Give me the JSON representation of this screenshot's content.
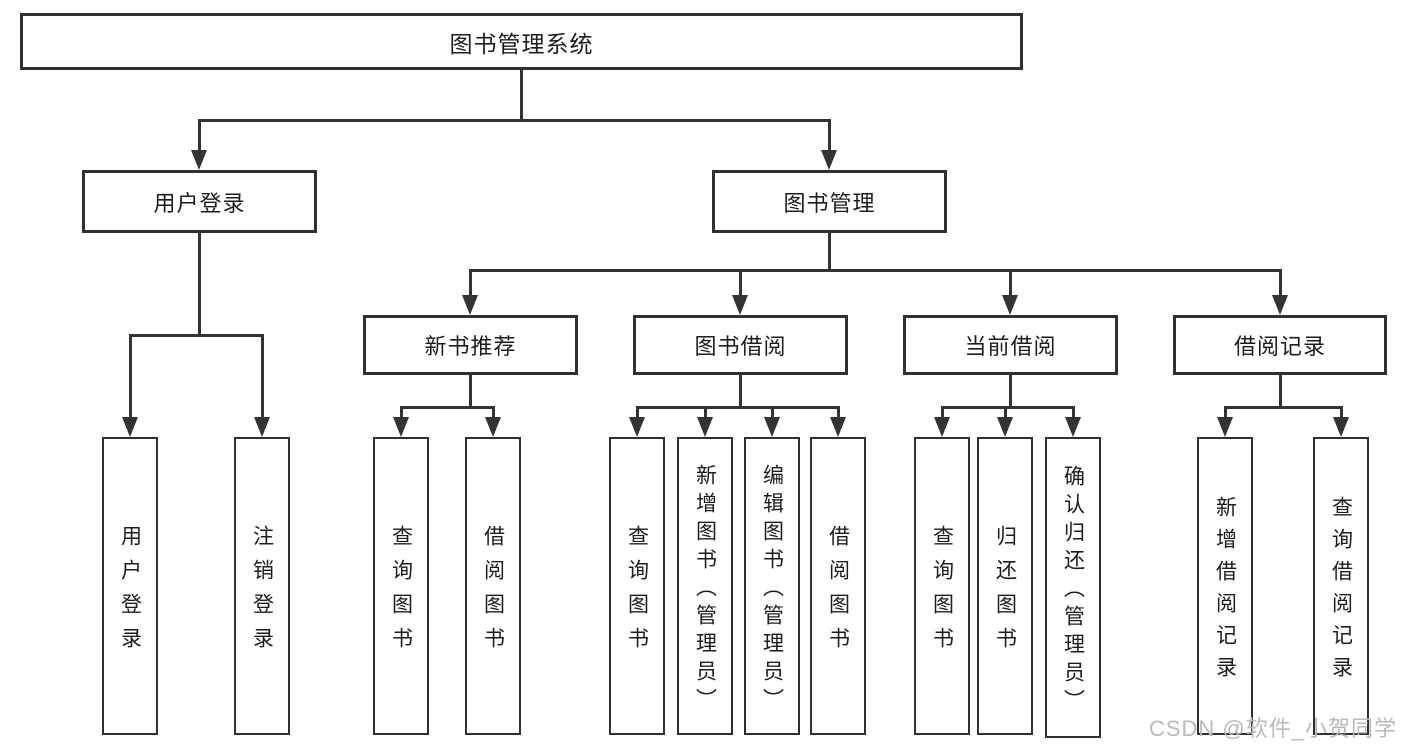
{
  "diagram": {
    "type": "hierarchy-tree",
    "nodes": {
      "root": "图书管理系统",
      "level2": [
        "用户登录",
        "图书管理"
      ],
      "level3": [
        "新书推荐",
        "图书借阅",
        "当前借阅",
        "借阅记录"
      ],
      "leaves": [
        "用户登录",
        "注销登录",
        "查询图书",
        "借阅图书",
        "查询图书",
        "新增图书（管理员）",
        "编辑图书（管理员）",
        "借阅图书",
        "查询图书",
        "归还图书",
        "确认归还（管理员）",
        "新增借阅记录",
        "查询借阅记录"
      ]
    },
    "hierarchy": {
      "图书管理系统": [
        "用户登录",
        "图书管理"
      ],
      "用户登录": [
        "用户登录",
        "注销登录"
      ],
      "图书管理": [
        "新书推荐",
        "图书借阅",
        "当前借阅",
        "借阅记录"
      ],
      "新书推荐": [
        "查询图书",
        "借阅图书"
      ],
      "图书借阅": [
        "查询图书",
        "新增图书（管理员）",
        "编辑图书（管理员）",
        "借阅图书"
      ],
      "当前借阅": [
        "查询图书",
        "归还图书",
        "确认归还（管理员）"
      ],
      "借阅记录": [
        "新增借阅记录",
        "查询借阅记录"
      ]
    },
    "colors": {
      "box_border": "#303030",
      "line": "#333333",
      "text": "#1d1d1d",
      "background": "#ffffff",
      "watermark": "#b9b9b9"
    }
  },
  "watermark": {
    "text": "CSDN @软件_小贺同学"
  }
}
